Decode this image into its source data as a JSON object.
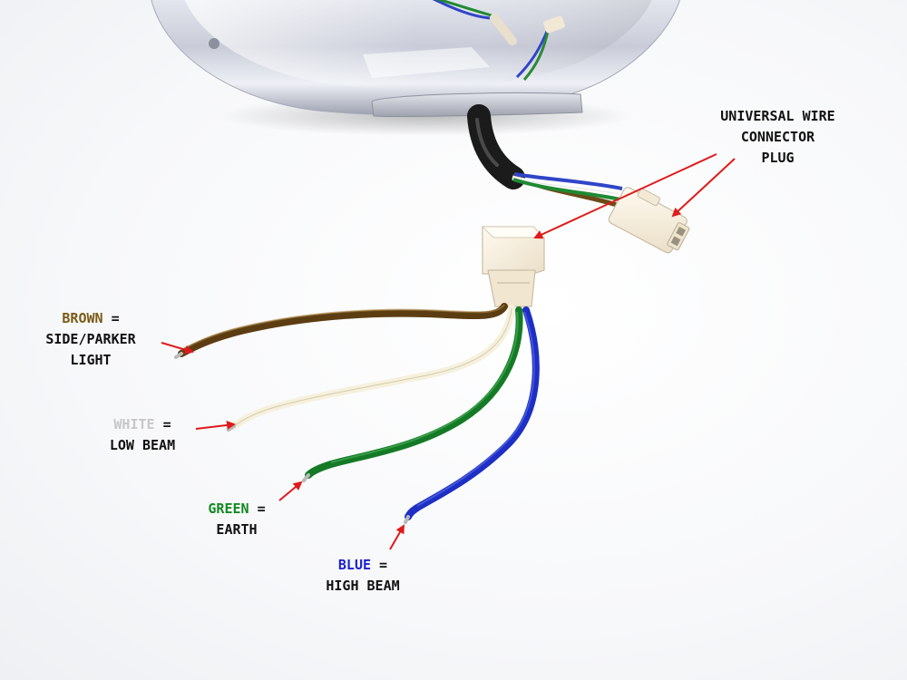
{
  "colors": {
    "brown": "#7a5a16",
    "white": "#c7c7c7",
    "green": "#128a22",
    "blue": "#1a1fd0",
    "arrow": "#e01a1a",
    "text": "#111111"
  },
  "connector_label": {
    "line1": "UNIVERSAL WIRE",
    "line2": "CONNECTOR",
    "line3": "PLUG"
  },
  "wires": [
    {
      "color_name": "BROWN",
      "equals": " =",
      "function_line1": "SIDE/PARKER",
      "function_line2": "LIGHT"
    },
    {
      "color_name": "WHITE",
      "equals": " =",
      "function_line1": "LOW BEAM"
    },
    {
      "color_name": "GREEN",
      "equals": " =",
      "function_line1": "EARTH"
    },
    {
      "color_name": "BLUE",
      "equals": " =",
      "function_line1": "HIGH BEAM"
    }
  ]
}
